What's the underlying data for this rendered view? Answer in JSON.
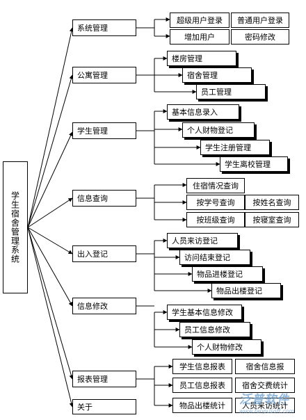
{
  "root": "学生宿舍管理系统",
  "modules": [
    {
      "label": "系统管理",
      "children": [
        "超级用户登录",
        "普通用户登录",
        "增加用户",
        "密码修改"
      ]
    },
    {
      "label": "公寓管理",
      "children": [
        "楼房管理",
        "宿舍管理",
        "员工管理"
      ]
    },
    {
      "label": "学生管理",
      "children": [
        "基本信息录入",
        "个人财物登记",
        "学生注册管理",
        "学生离校管理"
      ]
    },
    {
      "label": "信息查询",
      "children": [
        "住宿情况查询",
        "按学号查询",
        "按姓名查询",
        "按班级查询",
        "按寝室查询"
      ]
    },
    {
      "label": "出入登记",
      "children": [
        "人员来访登记",
        "访问结束登记",
        "物品进楼登记",
        "物品出楼登记"
      ]
    },
    {
      "label": "信息修改",
      "children": [
        "学生基本信息修改",
        "员工信息修改",
        "个人财物修改"
      ]
    },
    {
      "label": "报表管理",
      "children": [
        "学生信息报表",
        "宿舍信息报",
        "员工信息报表",
        "宿舍交费统计",
        "物品出楼统计",
        "人员来访统计"
      ]
    },
    {
      "label": "关于",
      "children": []
    }
  ],
  "watermark": {
    "main": "泛普软件",
    "url": "www.fanpusoft.com"
  }
}
